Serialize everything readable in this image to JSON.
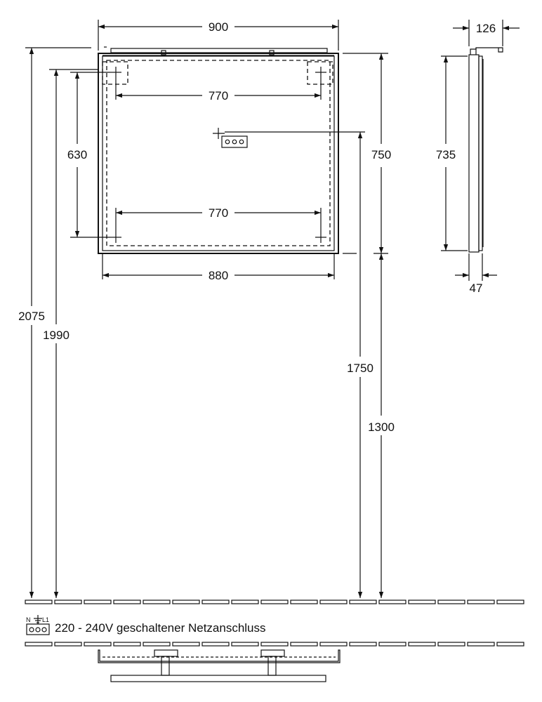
{
  "dimensions": {
    "width_total": "900",
    "width_inner_top": "770",
    "width_inner_bottom": "770",
    "width_bottom": "880",
    "height_630": "630",
    "height_750": "750",
    "height_2075": "2075",
    "height_1990": "1990",
    "height_1750": "1750",
    "height_1300": "1300",
    "side_depth_top": "126",
    "side_height": "735",
    "side_depth_bottom": "47"
  },
  "legend": {
    "text": "220 - 240V geschaltener Netzanschluss",
    "symbol_n": "N",
    "symbol_l1": "L1"
  }
}
